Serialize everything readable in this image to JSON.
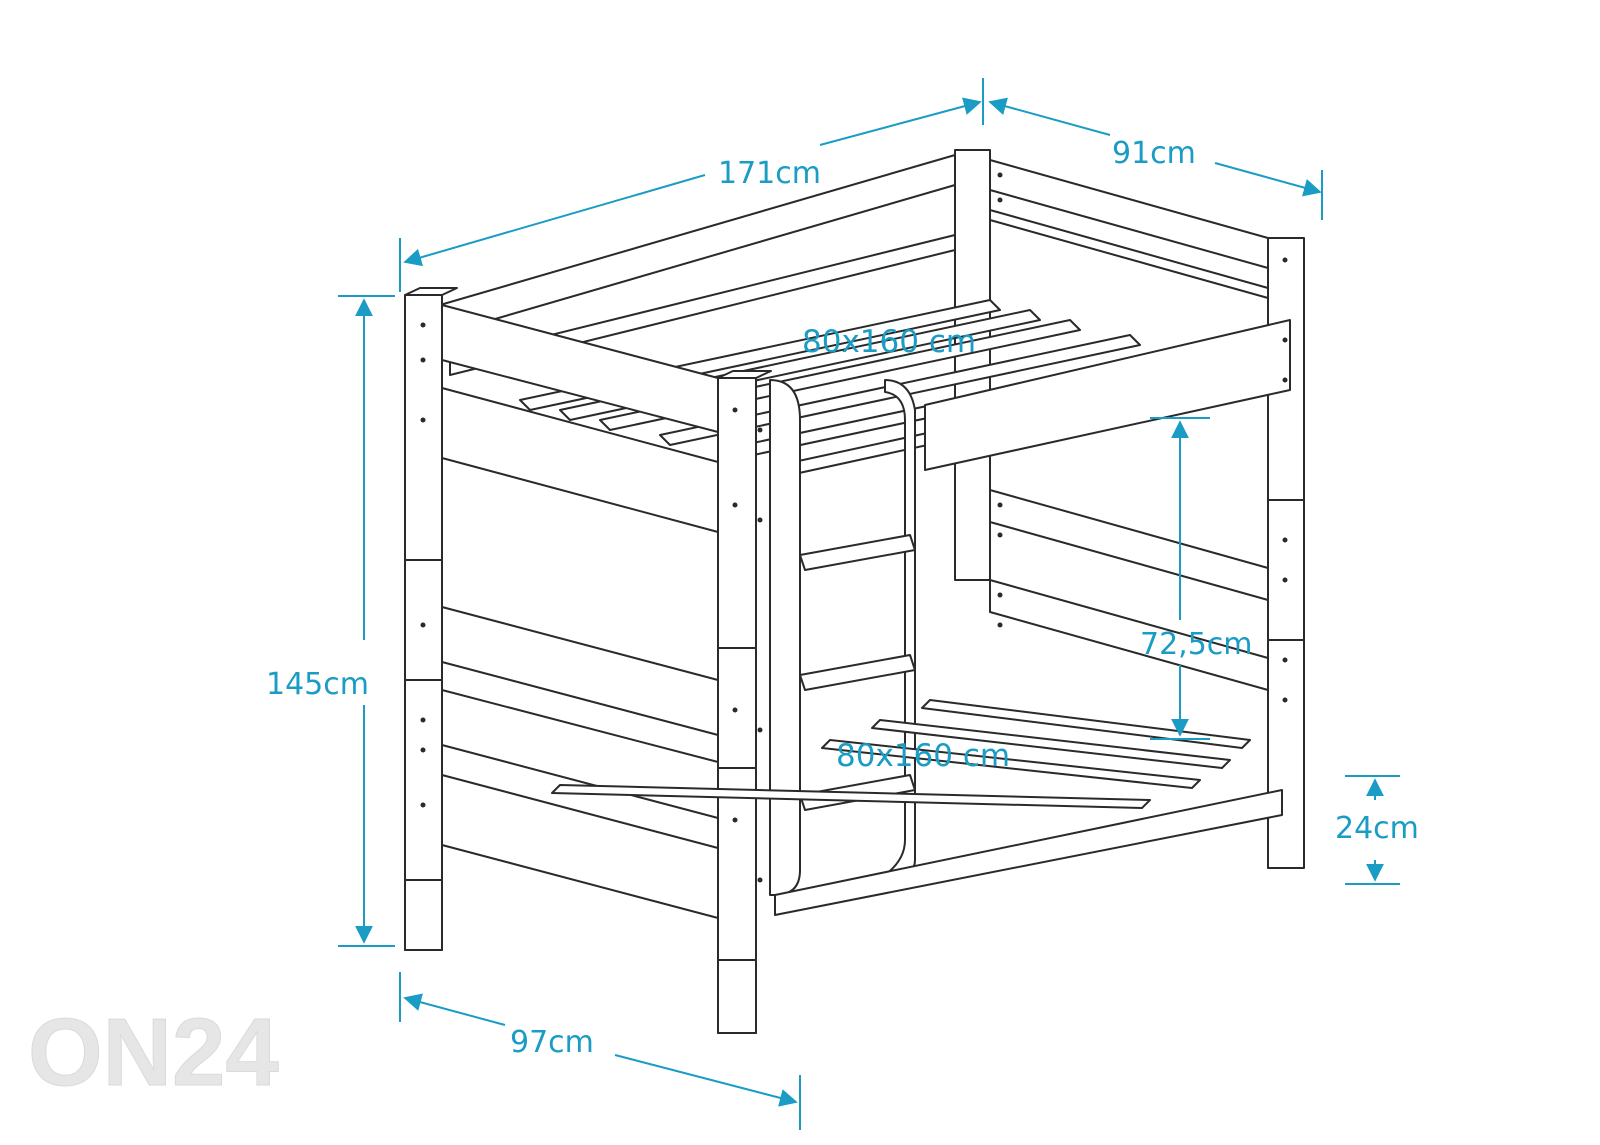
{
  "colors": {
    "dimension": "#1a9cc4",
    "line": "#2a2a2a",
    "watermark": "#e6e6e6"
  },
  "dimensions": {
    "length": "171cm",
    "width": "91cm",
    "height": "145cm",
    "outer_depth": "97cm",
    "upper_mattress": "80x160 cm",
    "lower_mattress": "80x160 cm",
    "bunk_clearance": "72,5cm",
    "floor_clearance": "24cm"
  },
  "watermark": {
    "text": "ON24"
  }
}
